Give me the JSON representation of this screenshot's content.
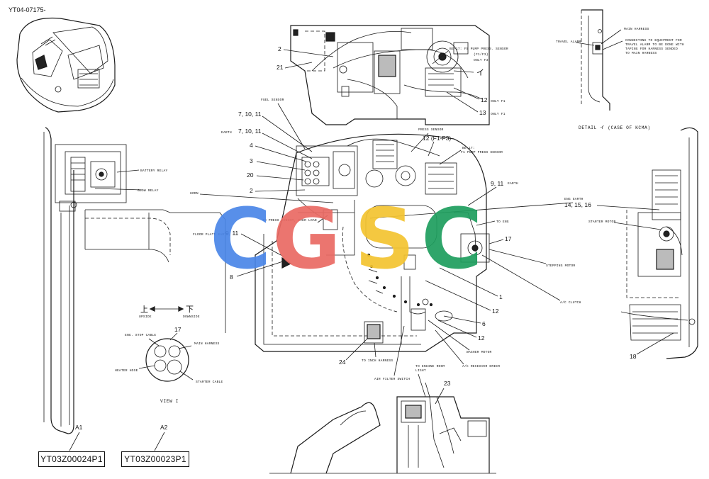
{
  "header": {
    "doc_code": "YT04-07175-"
  },
  "part_refs": [
    {
      "tag": "A1",
      "code": "YT03Z00024P1"
    },
    {
      "tag": "A2",
      "code": "YT03Z00023P1"
    }
  ],
  "callout_numbers": {
    "n2_top": "2",
    "n21": "21",
    "n12_top": "12",
    "n13": "13",
    "n7_10_11_a": "7, 10, 11",
    "n7_10_11_b": "7, 10, 11",
    "n4": "4",
    "n3": "3",
    "n20": "20",
    "n2_mid": "2",
    "n12_f1f3": "12 (F1-F3)",
    "n9_11_earth": "9, 11",
    "n14_15_16": "14, 15, 16",
    "n9_11_floor": "9, 11",
    "n8": "8",
    "n17_right": "17",
    "n1": "1",
    "n12_a": "12",
    "n6": "6",
    "n12_b": "12",
    "n24": "24",
    "n23": "23",
    "n18": "18",
    "n17_view": "17"
  },
  "labels": {
    "be17_f5": "BE-17: F5 PUMP PRESS. SENSOR",
    "f1_f3": "(F1/F3)",
    "only_f3": "ONLY F3",
    "katakana_i": "イ",
    "only_f1": "ONLY F1",
    "only_f1_b": "ONLY F1",
    "fuel_sensor": "FUEL SENSOR",
    "earth_left": "EARTH",
    "press_sensor": "PRESS SENSOR",
    "be17_f1": "BE-17:",
    "f1_pump": "F1 PUMP PRESS SENSOR",
    "earth_right": "EARTH",
    "battery_relay": "BATTERY RELAY",
    "glow_relay": "GLOW RELAY",
    "horn": "HORN",
    "to_press_sensor": "TO PRESS SENSOR, OVER LOAD",
    "floor_plate_earth": "FLOOR PLATE EARTH",
    "to_eng": "TO ENG",
    "eng_earth": "ENG EARTH",
    "starter_motor": "STARTER MOTOR",
    "stepping_motor": "STEPPING MOTOR",
    "ac_clutch": "A/C CLUTCH",
    "washer_motor": "WASHER MOTOR",
    "to_inch_harness": "TO INCH HARNESS",
    "ac_receiver_drier": "A/C RECEIVER DRIER",
    "air_filter_switch": "AIR FILTER SWITCH",
    "to_engine_room_light": "TO ENGINE ROOM",
    "light": "LIGHT",
    "travel_alarm": "TRAVEL ALARM",
    "main_harness_top": "MAIN HARNESS",
    "connecting_note_1": "CONNECTING TO EQUIPMENT FOR",
    "connecting_note_2": "TRAVEL ALARM TO BE DONE WITH",
    "connecting_note_3": "TAPING FOR HARNESS SENDED",
    "connecting_note_4": "TO MAIN HARNESS",
    "detail_caption": "DETAIL イ  (CASE OF KCMA)",
    "upside": "UPSIDE",
    "downside": "DOWNSIDE",
    "up_kanji": "上",
    "down_kanji": "下",
    "eng_stop_cable": "ENG. STOP CABLE",
    "main_harness_view": "MAIN HARNESS",
    "heater_hose": "HEATER HOSE",
    "starter_cable": "STARTER CABLE",
    "view_caption": "VIEW I"
  },
  "watermark": {
    "letters": [
      "C",
      "G",
      "S",
      "C"
    ],
    "colors": [
      "#4a86e8",
      "#ea6a63",
      "#f4c430",
      "#1e9e5e"
    ]
  }
}
